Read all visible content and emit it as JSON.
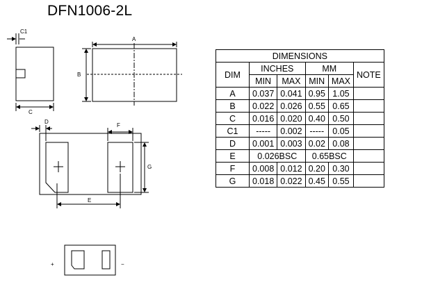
{
  "title": "DFN1006-2L",
  "drawing_labels": {
    "a": "A",
    "b": "B",
    "c": "C",
    "c1": "C1",
    "d": "D",
    "e": "E",
    "f": "F",
    "g": "G",
    "plus": "+",
    "minus": "−"
  },
  "table": {
    "heading": "DIMENSIONS",
    "dim_label": "DIM",
    "inches_label": "INCHES",
    "mm_label": "MM",
    "note_label": "NOTE",
    "min_label": "MIN",
    "max_label": "MAX",
    "rows": [
      {
        "dim": "A",
        "in_min": "0.037",
        "in_max": "0.041",
        "mm_min": "0.95",
        "mm_max": "1.05"
      },
      {
        "dim": "B",
        "in_min": "0.022",
        "in_max": "0.026",
        "mm_min": "0.55",
        "mm_max": "0.65"
      },
      {
        "dim": "C",
        "in_min": "0.016",
        "in_max": "0.020",
        "mm_min": "0.40",
        "mm_max": "0.50"
      },
      {
        "dim": "C1",
        "in_min": "-----",
        "in_max": "0.002",
        "mm_min": "-----",
        "mm_max": "0.05"
      },
      {
        "dim": "D",
        "in_min": "0.001",
        "in_max": "0.003",
        "mm_min": "0.02",
        "mm_max": "0.08"
      },
      {
        "dim": "E",
        "in_bsc": "0.026BSC",
        "mm_bsc": "0.65BSC"
      },
      {
        "dim": "F",
        "in_min": "0.008",
        "in_max": "0.012",
        "mm_min": "0.20",
        "mm_max": "0.30"
      },
      {
        "dim": "G",
        "in_min": "0.018",
        "in_max": "0.022",
        "mm_min": "0.45",
        "mm_max": "0.55"
      }
    ]
  }
}
